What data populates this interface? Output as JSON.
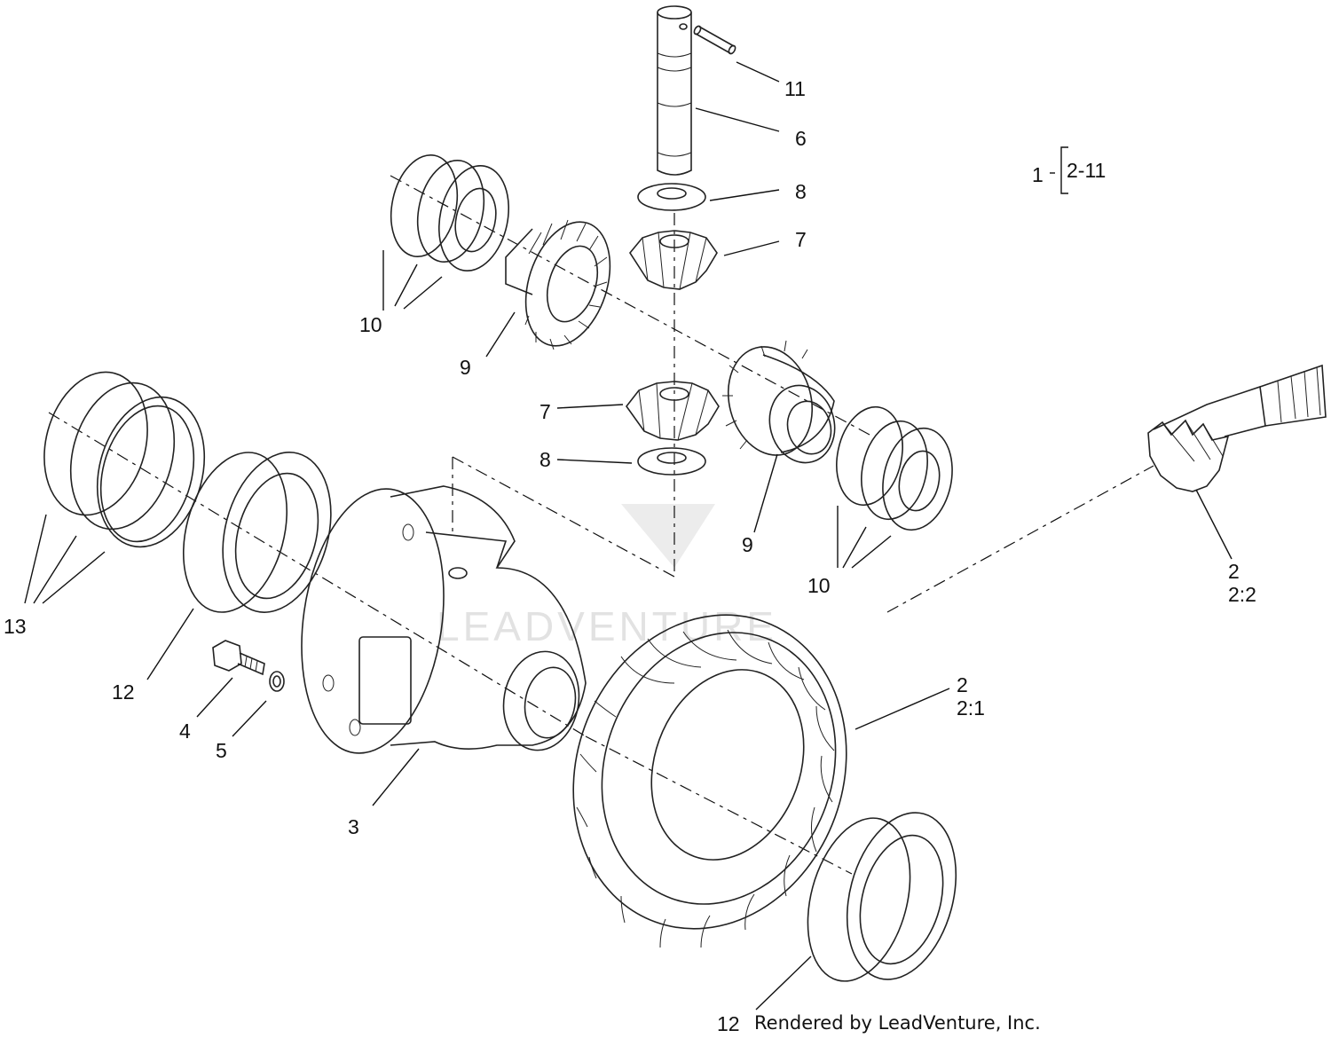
{
  "diagram": {
    "callouts": {
      "c1": "1",
      "c1_range": "2-11",
      "c2a": "2",
      "c2a_sub": "2:2",
      "c2b": "2",
      "c2b_sub": "2:1",
      "c3": "3",
      "c4": "4",
      "c5": "5",
      "c6": "6",
      "c7a": "7",
      "c7b": "7",
      "c8a": "8",
      "c8b": "8",
      "c9a": "9",
      "c9b": "9",
      "c10a": "10",
      "c10b": "10",
      "c11": "11",
      "c12a": "12",
      "c12b": "12",
      "c13": "13"
    },
    "watermark": "LEADVENTURE",
    "credit": "Rendered by LeadVenture, Inc."
  }
}
